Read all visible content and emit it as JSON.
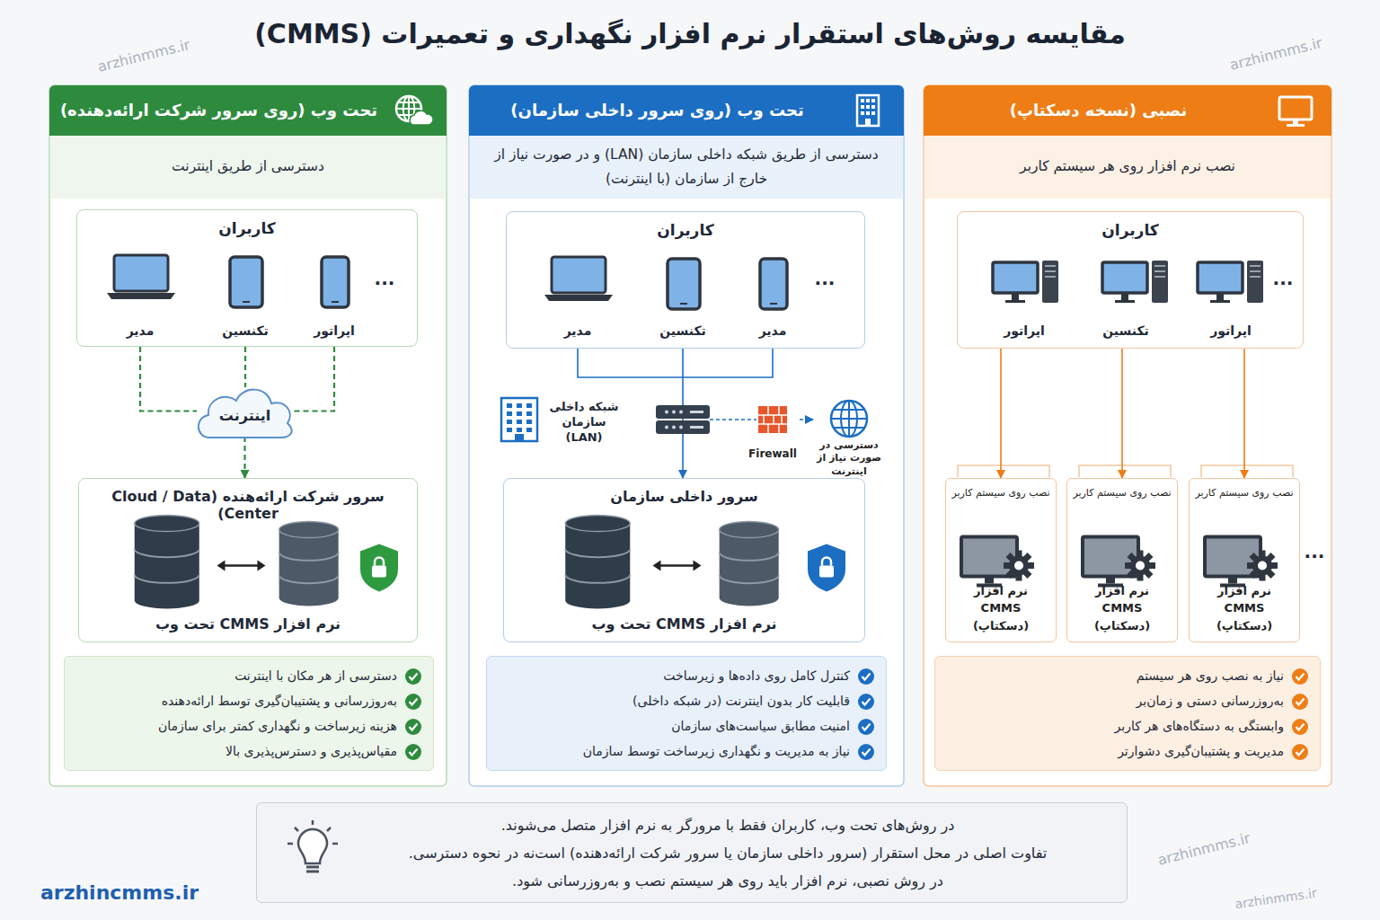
{
  "diagram": {
    "title": "مقایسه روش‌های استقرار نرم افزار نگهداری و تعمیرات (CMMS)",
    "nodes": [
      {
        "text": [
          "نصبی (نسخه دسکتاپ)",
          "نصب نرم افزار روی هر سیستم کاربر"
        ]
      },
      {
        "text": [
          "کاربران"
        ],
        "in": 0
      },
      {
        "text": [
          "نصب روی سیستم کاربر",
          "نرم افزار CMMS (دسکتاپ)"
        ],
        "in": 0
      },
      {
        "text": [
          "نصب روی سیستم کاربر",
          "نرم افزار CMMS (دسکتاپ)"
        ],
        "in": 0
      },
      {
        "text": [
          "نصب روی سیستم کاربر",
          "نرم افزار CMMS (دسکتاپ)"
        ],
        "in": 0
      },
      {
        "text": [
          "نیاز به نصب روی هر سیستم",
          "به‌روزرسانی دستی و زمان‌بر",
          "وابستگی به دستگاه‌های هر کاربر",
          "مدیریت و پشتیبان‌گیری دشوارتر"
        ],
        "in": 0
      },
      {
        "text": [
          "تحت وب (روی سرور داخلی سازمان)",
          "دسترسی از طریق شبکه داخلی سازمان (LAN) و در صورت نیاز از خارج از سازمان (با اینترنت)"
        ]
      },
      {
        "text": [
          "کاربران"
        ],
        "in": 6
      },
      {
        "text": [
          "Firewall"
        ],
        "in": 6
      },
      {
        "text": [
          "دسترسی در صورت نیاز از اینترنت"
        ],
        "in": 6
      },
      {
        "text": [
          "سرور داخلی سازمان",
          "نرم افزار CMMS تحت وب"
        ],
        "in": 6
      },
      {
        "text": [
          "کنترل کامل روی داده‌ها و زیرساخت",
          "قابلیت کار بدون اینترنت (در شبکه داخلی)",
          "امنیت مطابق سیاست‌های سازمان",
          "نیاز به مدیریت و نگهداری زیرساخت توسط سازمان"
        ],
        "in": 6
      },
      {
        "text": [
          "تحت وب (روی سرور شرکت ارائه‌دهنده)",
          "دسترسی از طریق اینترنت"
        ]
      },
      {
        "text": [
          "کاربران"
        ],
        "in": 12
      },
      {
        "text": [
          "اینترنت"
        ],
        "in": 12
      },
      {
        "text": [
          "سرور شرکت ارائه‌هنده (Cloud / Data Center)",
          "نرم افزار CMMS تحت وب"
        ],
        "in": 12
      },
      {
        "text": [
          "دسترسی از هر مکان با اینترنت",
          "به‌روزرسانی و پشتیبان‌گیری توسط ارائه‌دهنده",
          "هزینه زیرساخت و نگهداری کمتر برای سازمان",
          "مقیاس‌پذیری و دسترس‌پذیری بالا"
        ],
        "in": 12
      },
      {
        "text": [
          "در روش‌های تحت وب، کاربران فقط با مرورگر به نرم افزار متصل می‌شوند.",
          "تفاوت اصلی در محل استقرار (سرور داخلی سازمان یا سرور شرکت ارائه‌دهنده) است‌نه در نحوه دسترسی.",
          "در روش نصبی، نرم افزار باید روی هر سیستم نصب و به‌روزرسانی شود."
        ]
      }
    ],
    "edges": [
      {
        "from": 1,
        "to": 2,
        "arrow": "to"
      },
      {
        "from": 1,
        "to": 3,
        "arrow": "to"
      },
      {
        "from": 1,
        "to": 4,
        "arrow": "to"
      },
      {
        "from": 7,
        "to": 10,
        "arrow": "to"
      },
      {
        "from": 8,
        "to": 9,
        "arrow": "to"
      },
      {
        "from": 13,
        "to": 14,
        "arrow": "none"
      },
      {
        "from": 14,
        "to": 15,
        "arrow": "to"
      }
    ],
    "labels": [
      "اپراتور",
      "تکنسین",
      "اپراتور",
      "...",
      "...",
      "مدیر",
      "تکنسین",
      "مدیر",
      "...",
      "شبکه داخلی سازمان (LAN)",
      "اپراتور",
      "تکنسین",
      "مدیر",
      "...",
      "arzhincmms.ir",
      "arzhinmms.ir",
      "arzhinmms.ir",
      "arzhinmms.ir",
      "arzhinmms.ir"
    ]
  }
}
